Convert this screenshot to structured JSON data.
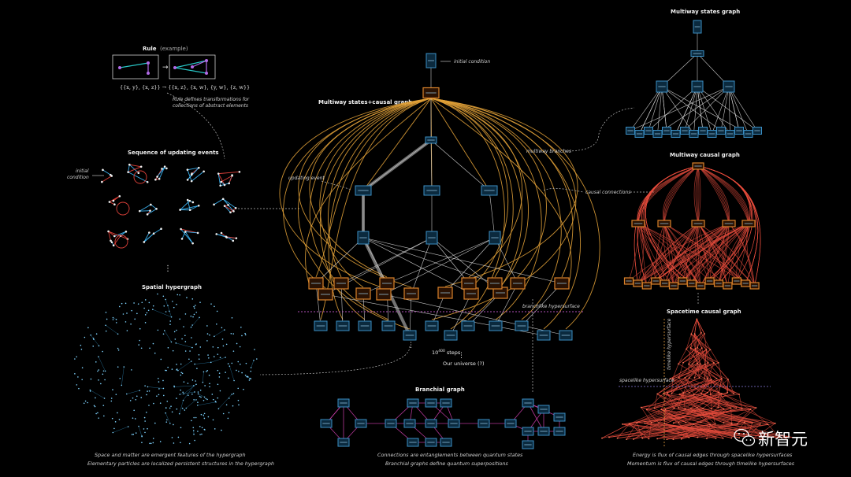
{
  "rule": {
    "title": "Rule",
    "title_suffix": "(example)",
    "formula": "{{x, y}, {x, z}} → {{x, z}, {x, w}, {y, w}, {z, w}}",
    "note_1": "Rule defines transformations for",
    "note_2": "collections of abstract elements"
  },
  "sequence": {
    "title": "Sequence of updating events",
    "initial_1": "initial",
    "initial_2": "condition"
  },
  "spatial": {
    "title": "Spatial hypergraph",
    "caption_1": "Space and matter are emergent features of the hypergraph",
    "caption_2": "Elementary particles are localized persistent structures in the hypergraph"
  },
  "multiway_causal": {
    "title": "Multiway states+causal graph",
    "initial_condition": "initial condition",
    "updating_event": "updating event",
    "multiway_branches": "multiway branches",
    "causal_connections": "causal connections",
    "branchlike": "branchlike hypersurface",
    "steps_base": "10",
    "steps_exp": "400",
    "steps_suffix": "steps",
    "universe": "Our universe (?)"
  },
  "branchial": {
    "title": "Branchial graph",
    "caption_1": "Connections are entanglements between quantum states",
    "caption_2": "Branchial graphs define quantum superpositions"
  },
  "multiway_states": {
    "title": "Multiway states graph"
  },
  "multiway_causal_graph": {
    "title": "Multiway causal graph"
  },
  "spacetime": {
    "title": "Spacetime causal graph",
    "timelike": "timelike hypersurface",
    "spacelike": "spacelike hypersurface",
    "caption_1": "Energy is flux of causal edges through spacelike hypersurfaces",
    "caption_2": "Momentum is flux of causal edges through timelike hypersurfaces"
  },
  "watermark": {
    "text": "新智元",
    "icon": "wechat-icon"
  },
  "colors": {
    "background": "#000000",
    "event": "#d9822b",
    "state": "#3b8fc4",
    "causal": "#e84d3d",
    "branchial": "#d23fb0",
    "hypergraph": "#3ab0ee"
  }
}
